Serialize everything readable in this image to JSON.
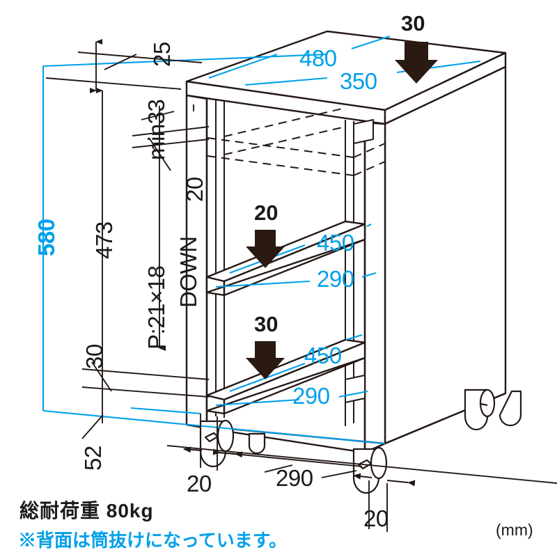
{
  "units_note": "(mm)",
  "footer": {
    "load_capacity": "総耐荷重 80kg",
    "back_note": "※背面は筒抜けになっています。"
  },
  "colors": {
    "accent_cyan": "#00a0e9",
    "line_black": "#231815",
    "arrow_fill": "#2b1a12"
  },
  "dimensions": {
    "top_thickness": "25",
    "total_height_outer": "580",
    "inner_height": "473",
    "caster_height": "52",
    "shelf_gap_30": "30",
    "pitch_note": "P:21×18",
    "min_clearance": "min33",
    "rail_offset": "20",
    "down_label": "DOWN",
    "top_depth": "480",
    "top_width": "350",
    "top_thickness_arrow": "30",
    "mid_shelf_depth": "450",
    "mid_shelf_width": "290",
    "mid_shelf_arrow": "20",
    "low_shelf_depth": "450",
    "low_shelf_width": "290",
    "low_shelf_arrow": "30",
    "base_left_20": "20",
    "base_span_290": "290",
    "base_right_20": "20"
  }
}
